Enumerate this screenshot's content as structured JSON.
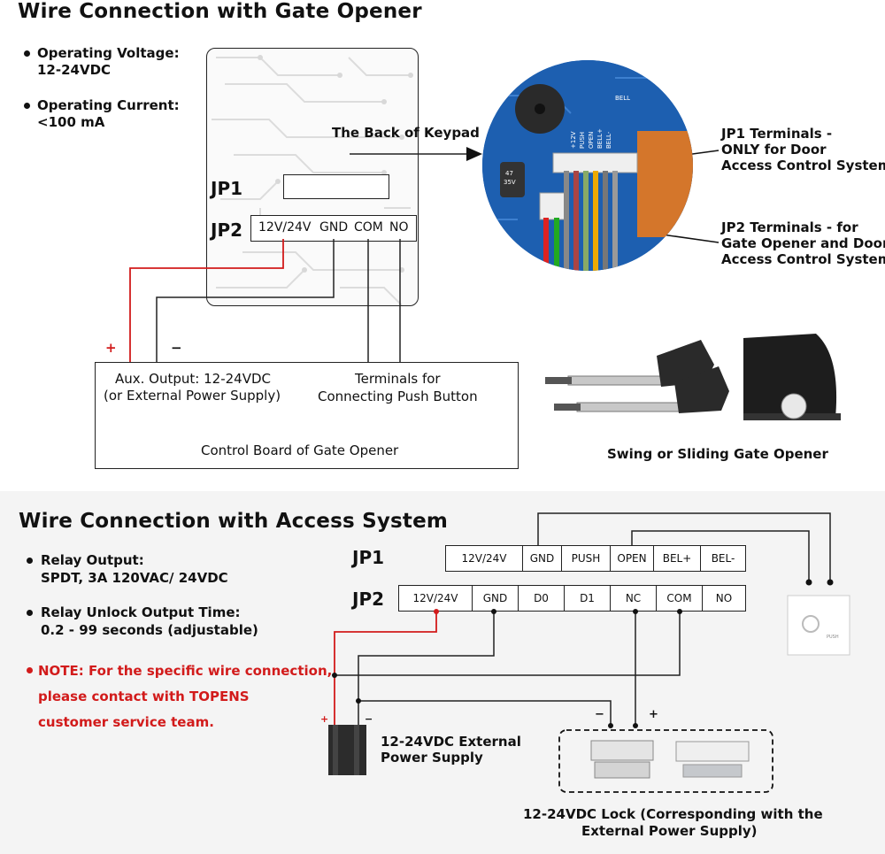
{
  "top": {
    "title": "Wire Connection with Gate Opener",
    "specs": [
      {
        "label": "Operating Voltage:",
        "value": "12-24VDC"
      },
      {
        "label": "Operating Current:",
        "value": "<100 mA"
      }
    ],
    "keypad": {
      "back_label": "The Back of Keypad",
      "jp1": "JP1",
      "jp2": "JP2",
      "jp2_terminals": [
        "12V/24V",
        "GND",
        "COM",
        "NO"
      ]
    },
    "photo": {
      "jp1_callout": [
        "JP1 Terminals -",
        "ONLY for Door",
        "Access Control System"
      ],
      "jp2_callout": [
        "JP2 Terminals - for",
        "Gate Opener and Door",
        "Access Control System"
      ],
      "board_text": [
        "BELL",
        "+12V",
        "PUSH",
        "OPEN",
        "BELL+",
        "BELL-",
        "47",
        "35V"
      ]
    },
    "control_board": {
      "plus": "+",
      "minus": "−",
      "aux_output": [
        "Aux. Output: 12-24VDC",
        "(or External Power Supply)"
      ],
      "push_terminals": [
        "Terminals for",
        "Connecting Push Button"
      ],
      "caption": "Control Board of Gate Opener"
    },
    "gate_opener_caption": "Swing or Sliding Gate Opener"
  },
  "bottom": {
    "title": "Wire Connection with Access System",
    "specs": [
      {
        "label": "Relay Output:",
        "value": "SPDT, 3A 120VAC/ 24VDC"
      },
      {
        "label": "Relay Unlock Output Time:",
        "value": "0.2 - 99 seconds (adjustable)"
      }
    ],
    "note": [
      "NOTE: For the specific wire connection,",
      "please contact with TOPENS",
      "customer service team."
    ],
    "jp1_label": "JP1",
    "jp2_label": "JP2",
    "jp1_terminals": [
      "12V/24V",
      "GND",
      "PUSH",
      "OPEN",
      "BEL+",
      "BEL-"
    ],
    "jp2_terminals": [
      "12V/24V",
      "GND",
      "D0",
      "D1",
      "NC",
      "COM",
      "NO"
    ],
    "power_supply": {
      "plus": "+",
      "minus": "−",
      "label": [
        "12-24VDC External",
        "Power Supply"
      ]
    },
    "lock": {
      "minus": "−",
      "plus": "+",
      "label": [
        "12-24VDC Lock (Corresponding with the",
        "External Power Supply)"
      ]
    },
    "push_button_text": "PUSH"
  },
  "colors": {
    "red_wire": "#d21b1b",
    "note": "#d21b1b",
    "board_blue": "#1d5fb0",
    "bottom_bg": "#f4f4f4"
  }
}
